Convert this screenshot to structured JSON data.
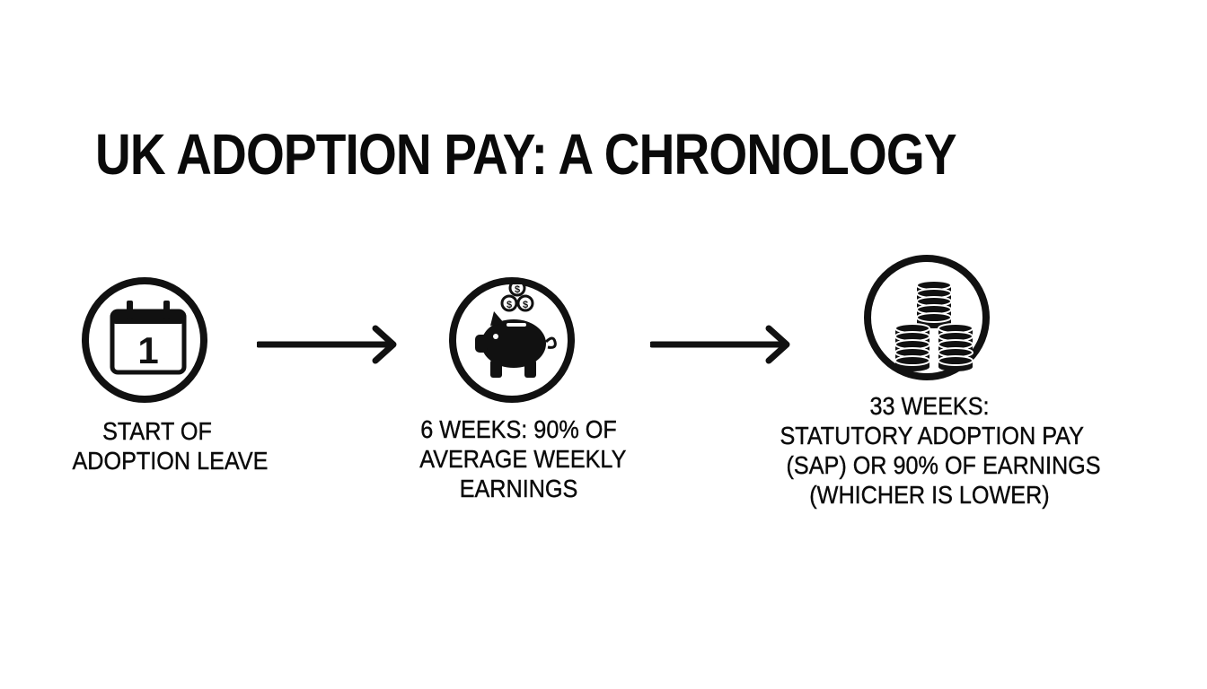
{
  "title": "UK ADOPTION PAY: A CHRONOLOGY",
  "steps": [
    {
      "icon": "calendar-icon",
      "icon_text": "1",
      "label_lines": [
        "START OF",
        "ADOPTION LEAVE"
      ]
    },
    {
      "icon": "piggy-bank-icon",
      "icon_text": "$",
      "label_lines": [
        "6 WEEKS: 90% OF",
        "AVERAGE WEEKLY",
        "EARNINGS"
      ]
    },
    {
      "icon": "coin-stacks-icon",
      "label_lines": [
        "33 WEEKS:",
        "STATUTORY ADOPTION PAY",
        " (SAP) OR 90% OF EARNINGS",
        "(WHICHER IS LOWER)"
      ]
    }
  ],
  "connectors": [
    "arrow-icon",
    "arrow-icon"
  ],
  "colors": {
    "background": "#ffffff",
    "ink": "#111111"
  }
}
